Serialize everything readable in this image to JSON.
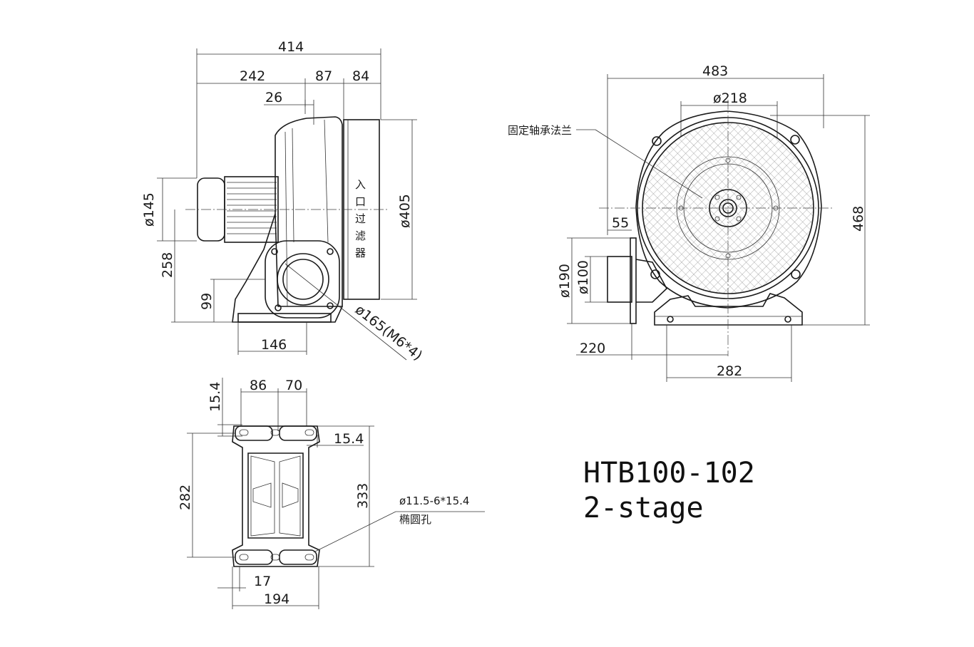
{
  "side_view": {
    "dims": {
      "overall_length": "414",
      "motor_length": "242",
      "mid_length": "87",
      "inlet_length": "84",
      "offset": "26",
      "motor_dia": "ø145",
      "inlet_dia": "ø405",
      "height_axis": "258",
      "outlet_height": "99",
      "base_width": "146",
      "outlet_flange": "ø165(M6*4)"
    },
    "inlet_label": [
      "入",
      "口",
      "过",
      "滤",
      "器"
    ]
  },
  "front_view": {
    "dims": {
      "overall_width": "483",
      "bolt_circle": "ø218",
      "height": "468",
      "outlet_len": "55",
      "flange_dia": "ø190",
      "outlet_dia": "ø100",
      "outlet_offset": "220",
      "foot_span": "282"
    },
    "flange_label": "固定轴承法兰"
  },
  "base_view": {
    "dims": {
      "slot_a": "86",
      "slot_b": "70",
      "slot_h": "15.4",
      "slot_w": "15.4",
      "hole_span": "282",
      "base_length": "333",
      "edge": "17",
      "base_width": "194"
    },
    "hole_note": "ø11.5-6*15.4",
    "hole_note_2": "椭圆孔"
  },
  "title": {
    "model": "HTB100-102",
    "stage": "2-stage"
  }
}
